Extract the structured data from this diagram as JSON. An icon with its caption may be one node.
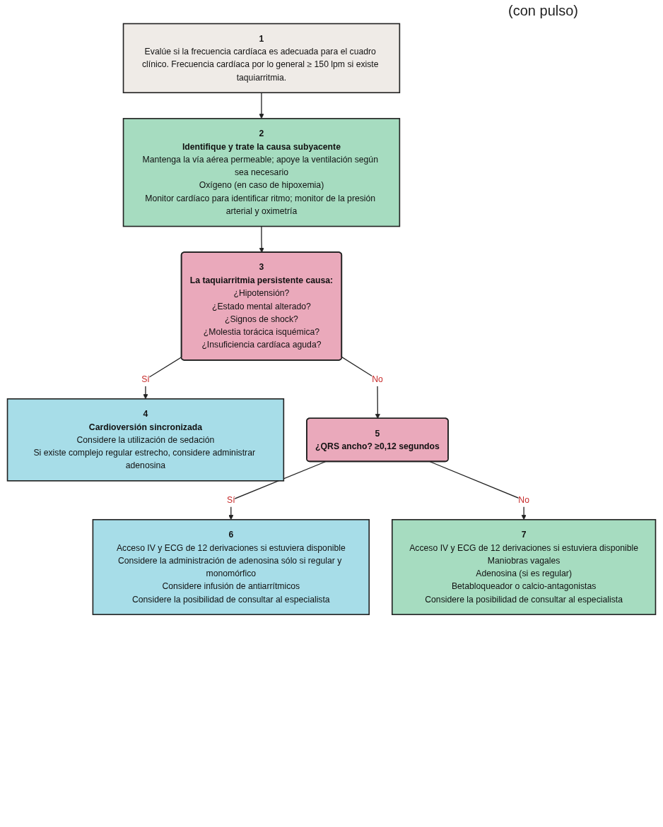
{
  "diagram": {
    "title": "(con pulso)",
    "nodes": [
      {
        "text": [
          "1",
          "Evalúe si la frecuencia cardíaca es adecuada para el cuadro clínico. Frecuencia cardíaca por lo general ≥ 150 lpm si existe taquiarritmia."
        ]
      },
      {
        "text": [
          "2",
          "Identifique y trate la causa subyacente",
          "Mantenga la vía aérea permeable; apoye la ventilación según sea necesario",
          "Oxígeno (en caso de hipoxemia)",
          "Monitor cardíaco para identificar ritmo; monitor de la presión arterial y oximetría"
        ]
      },
      {
        "text": [
          "3",
          "La taquiarritmia persistente causa:",
          "¿Hipotensión?",
          "¿Estado mental alterado?",
          "¿Signos de shock?",
          "¿Molestia torácica isquémica?",
          "¿Insuficiencia cardíaca aguda?"
        ]
      },
      {
        "text": [
          "4",
          "Cardioversión sincronizada",
          "Considere la utilización de sedación",
          "Si existe complejo regular estrecho, considere administrar adenosina"
        ]
      },
      {
        "text": [
          "5",
          "¿QRS ancho? ≥0,12 segundos"
        ]
      },
      {
        "text": [
          "6",
          "Acceso IV y ECG de 12 derivaciones si estuviera disponible",
          "Considere la administración de adenosina sólo si regular y monomórfico",
          "Considere infusión de antiarrítmicos",
          "Considere la posibilidad de consultar al especialista"
        ]
      },
      {
        "text": [
          "7",
          "Acceso IV y ECG de 12 derivaciones si estuviera disponible",
          "Maniobras vagales",
          "Adenosina (si es regular)",
          "Betabloqueador o calcio-antagonistas",
          "Considere la posibilidad de consultar al especialista"
        ]
      }
    ],
    "edges": [
      {
        "from": 0,
        "to": 1,
        "arrow": "to"
      },
      {
        "from": 1,
        "to": 2,
        "arrow": "to"
      },
      {
        "from": 2,
        "to": 3,
        "arrow": "to",
        "label": "Sí"
      },
      {
        "from": 2,
        "to": 4,
        "arrow": "to",
        "label": "No"
      },
      {
        "from": 4,
        "to": 5,
        "arrow": "to",
        "label": "Sí"
      },
      {
        "from": 4,
        "to": 6,
        "arrow": "to",
        "label": "No"
      }
    ]
  }
}
